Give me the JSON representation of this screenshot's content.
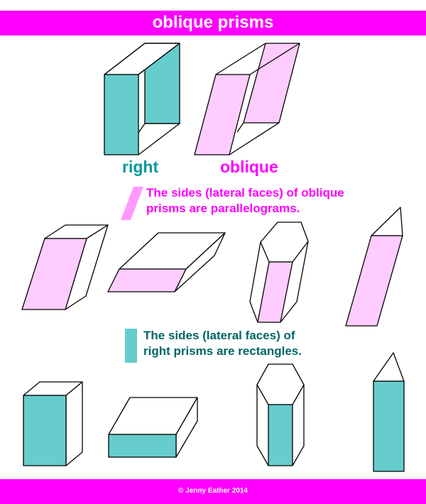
{
  "header": {
    "title": "oblique prisms"
  },
  "labels": {
    "right": "right",
    "oblique": "oblique"
  },
  "notes": {
    "oblique": {
      "line1": "The sides (lateral faces) of oblique",
      "line2": "prisms are parallelograms.",
      "marker_icon": "parallelogram-marker"
    },
    "right": {
      "line1": "The sides (lateral faces) of",
      "line2": "right prisms are rectangles.",
      "marker_icon": "rectangle-marker"
    }
  },
  "footer": {
    "copyright": "© Jenny Eather 2014"
  },
  "colors": {
    "brand": "#ff00ff",
    "right_face": "#66cccc",
    "oblique_face": "#ffccff",
    "right_text": "#009999",
    "right_note_text": "#006666",
    "outline": "#000000"
  },
  "figures": {
    "top_row": [
      "right rectangular prism (open)",
      "oblique rectangular prism (open)"
    ],
    "oblique_row": [
      "oblique rectangular prism",
      "oblique flat prism",
      "oblique hexagonal prism",
      "oblique triangular prism"
    ],
    "right_row": [
      "right rectangular prism",
      "right flat prism",
      "right hexagonal prism",
      "right triangular prism"
    ]
  }
}
